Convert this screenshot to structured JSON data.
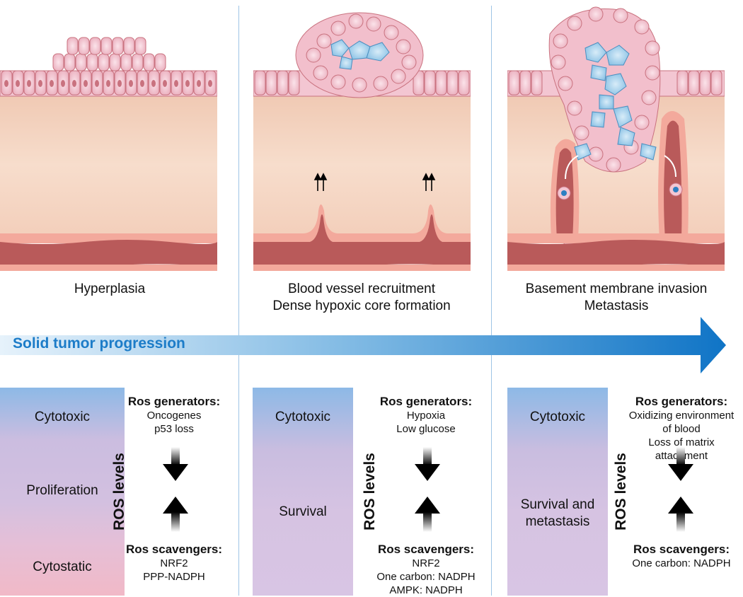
{
  "stages": [
    {
      "caption": [
        "Hyperplasia"
      ]
    },
    {
      "caption": [
        "Blood vessel recruitment",
        "Dense hypoxic core formation"
      ]
    },
    {
      "caption": [
        "Basement membrane invasion",
        "Metastasis"
      ]
    }
  ],
  "progression": {
    "label": "Solid tumor progression"
  },
  "ros_panels": [
    {
      "states": [
        "Cytotoxic",
        "Proliferation",
        "Cytostatic"
      ],
      "axis_label": "ROS levels",
      "generators_title": "Ros generators:",
      "generators": [
        "Oncogenes",
        "p53 loss"
      ],
      "scavengers_title": "Ros scavengers:",
      "scavengers": [
        "NRF2",
        "PPP-NADPH"
      ]
    },
    {
      "states": [
        "Cytotoxic",
        "Survival"
      ],
      "axis_label": "ROS levels",
      "generators_title": "Ros generators:",
      "generators": [
        "Hypoxia",
        "Low glucose"
      ],
      "scavengers_title": "Ros scavengers:",
      "scavengers": [
        "NRF2",
        "One carbon: NADPH",
        "AMPK: NADPH"
      ]
    },
    {
      "states": [
        "Cytotoxic",
        "Survival and",
        "metastasis"
      ],
      "axis_label": "ROS levels",
      "generators_title": "Ros generators:",
      "generators": [
        "Oxidizing environment",
        "of blood",
        "Loss of matrix attachment"
      ],
      "scavengers_title": "Ros scavengers:",
      "scavengers": [
        "One carbon: NADPH"
      ]
    }
  ],
  "colors": {
    "accent_blue": "#1c7cc8",
    "epithelium_pink": "#f2c2cf",
    "stroma": "#f4d4c0",
    "vessel": "#b95a5a",
    "tumor_blue": "#9ccbe8"
  }
}
